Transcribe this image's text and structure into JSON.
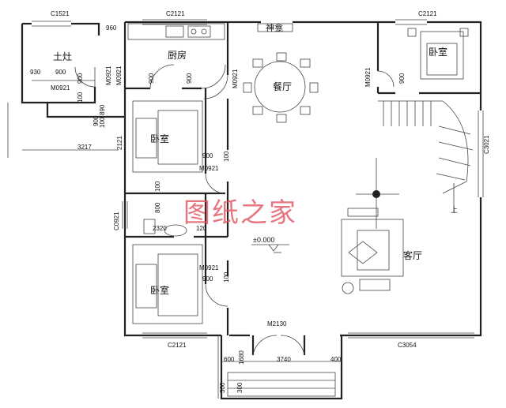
{
  "watermark": "图纸之家",
  "colors": {
    "wall": "#222222",
    "line": "#333333",
    "watermark": "#e0505c"
  },
  "rooms": {
    "stove": "土灶",
    "kitchen": "厨房",
    "shrine": "神龛",
    "dining": "餐厅",
    "bedroom_ne": "卧室",
    "bedroom_w1": "卧室",
    "bedroom_w2": "卧室",
    "living": "客厅"
  },
  "codes": {
    "c1521": "C1521",
    "c2121_top": "C2121",
    "c2121_ne": "C2121",
    "c2121_bottom": "C2121",
    "c3054": "C3054",
    "c3021": "C3021",
    "c0921": "C0921",
    "m2130": "M2130",
    "m0921_stove": "M0921",
    "m0921_a": "M0921",
    "m0921_b": "M0921",
    "m0921_c": "M0921",
    "m0921_d": "M0921",
    "m0921_e": "M0921",
    "m0921_f": "M0921"
  },
  "dims": {
    "d960": "960",
    "d900_a": "900",
    "d930": "930",
    "d900_b": "900",
    "d900_c": "900",
    "d900_d": "900",
    "d900_e": "900",
    "d900_f": "900",
    "d100_a": "100",
    "d890": "890",
    "d100_b": "100",
    "d3217": "3217",
    "d2121": "2121",
    "d900_g": "900",
    "d100_c": "100",
    "d100_d": "100",
    "d800": "800",
    "d2320": "2320",
    "d120": "120",
    "d900_h": "900",
    "d100_e": "100",
    "d600": "600",
    "d1680": "1680",
    "d3740": "3740",
    "d400": "400",
    "d300_a": "300",
    "d300_b": "300",
    "elev": "±0.000",
    "up": "上"
  }
}
